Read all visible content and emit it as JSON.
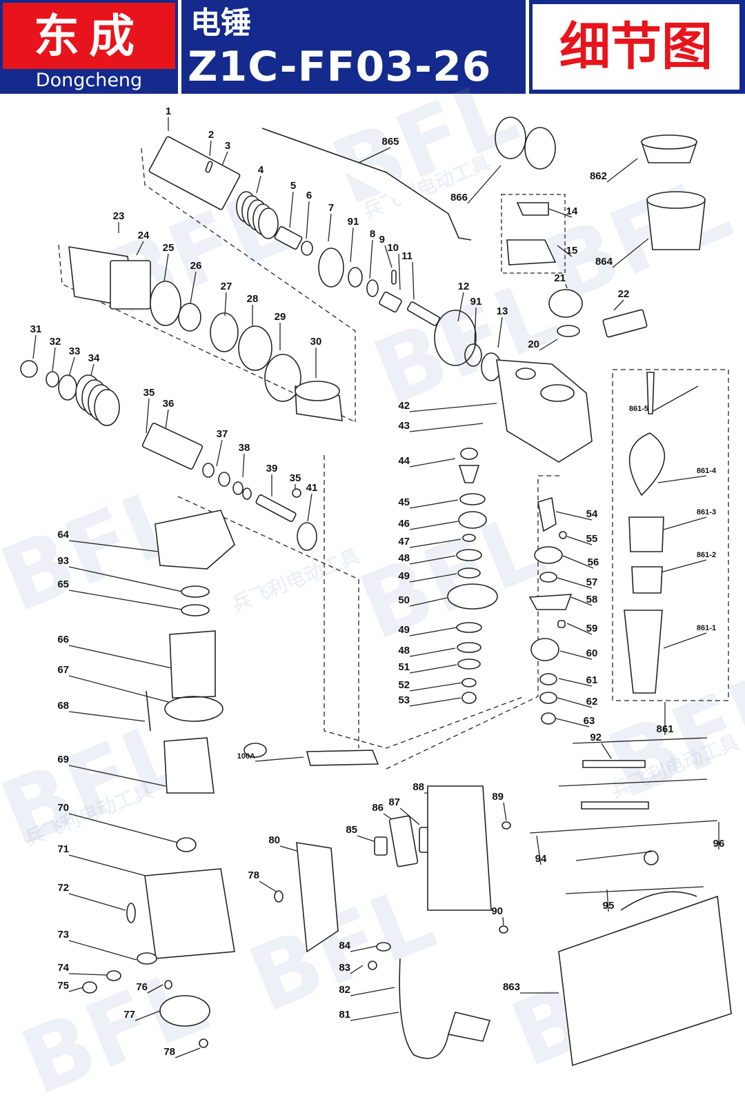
{
  "header": {
    "brand_cn": "东成",
    "brand_en": "Dongcheng",
    "product_cn": "电锤",
    "model": "Z1C-FF03-26",
    "detail_title": "细节图"
  },
  "watermark": {
    "logo": "BFL",
    "slogan": "兵飞利电动工具"
  },
  "callouts": [
    "1",
    "2",
    "3",
    "4",
    "5",
    "6",
    "7",
    "91",
    "8",
    "9",
    "10",
    "11",
    "12",
    "13",
    "14",
    "15",
    "21",
    "22",
    "20",
    "23",
    "24",
    "25",
    "26",
    "27",
    "28",
    "29",
    "30",
    "31",
    "32",
    "33",
    "34",
    "35",
    "36",
    "37",
    "38",
    "39",
    "41",
    "42",
    "43",
    "44",
    "45",
    "46",
    "47",
    "48",
    "49",
    "50",
    "51",
    "52",
    "53",
    "54",
    "55",
    "56",
    "57",
    "58",
    "59",
    "60",
    "61",
    "62",
    "63",
    "64",
    "93",
    "65",
    "66",
    "67",
    "68",
    "69",
    "70",
    "71",
    "72",
    "73",
    "74",
    "75",
    "76",
    "77",
    "78",
    "80",
    "81",
    "82",
    "83",
    "84",
    "85",
    "86",
    "87",
    "88",
    "89",
    "90",
    "92",
    "94",
    "95",
    "96",
    "861",
    "861-1",
    "861-2",
    "861-3",
    "861-4",
    "861-5",
    "862",
    "863",
    "864",
    "865",
    "866",
    "100A"
  ]
}
